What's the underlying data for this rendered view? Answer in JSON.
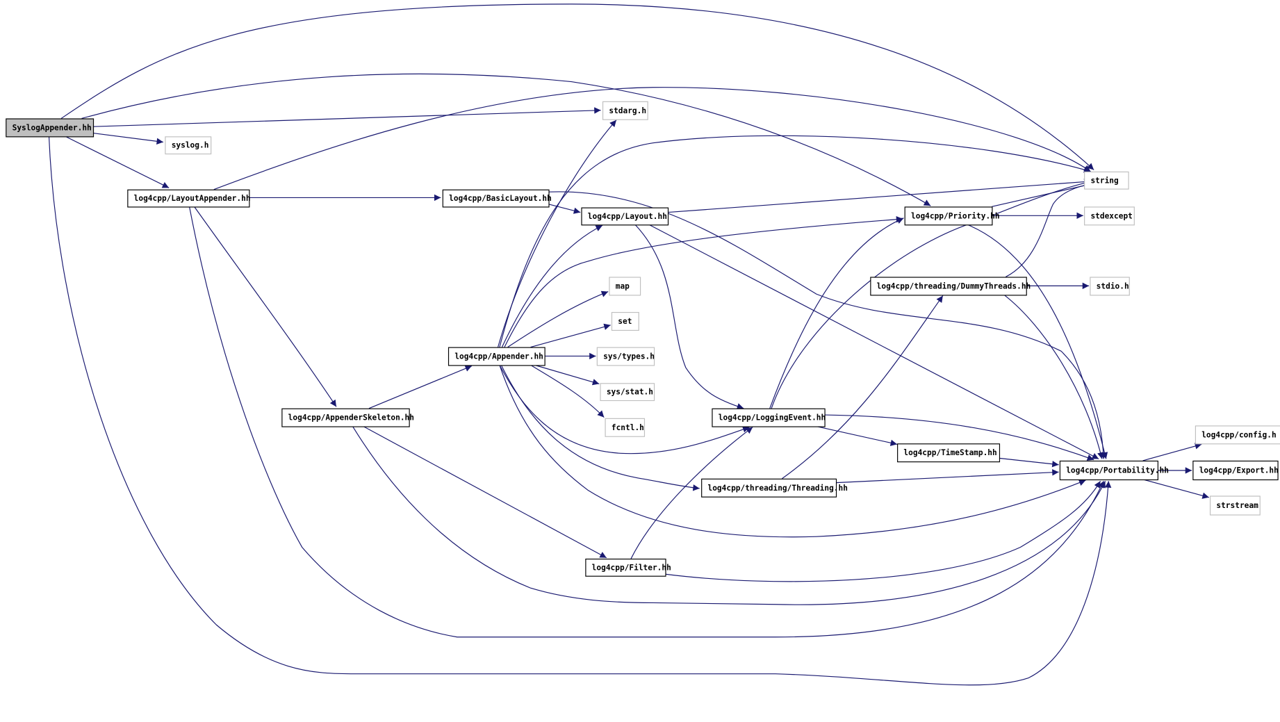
{
  "colors": {
    "edge": "#191970",
    "root_fill": "#bfbfbf",
    "external_border": "#bfbfbf",
    "node_border": "#000000"
  },
  "nodes": {
    "syslogappender": {
      "label": "SyslogAppender.hh",
      "kind": "root"
    },
    "syslog": {
      "label": "syslog.h",
      "kind": "external"
    },
    "stdarg": {
      "label": "stdarg.h",
      "kind": "external"
    },
    "layoutappender": {
      "label": "log4cpp/LayoutAppender.hh",
      "kind": "file"
    },
    "basiclayout": {
      "label": "log4cpp/BasicLayout.hh",
      "kind": "file"
    },
    "layout": {
      "label": "log4cpp/Layout.hh",
      "kind": "file"
    },
    "string": {
      "label": "string",
      "kind": "external"
    },
    "priority": {
      "label": "log4cpp/Priority.hh",
      "kind": "file"
    },
    "stdexcept": {
      "label": "stdexcept",
      "kind": "external"
    },
    "dummythreads": {
      "label": "log4cpp/threading/DummyThreads.hh",
      "kind": "file"
    },
    "stdio": {
      "label": "stdio.h",
      "kind": "external"
    },
    "map": {
      "label": "map",
      "kind": "external"
    },
    "set": {
      "label": "set",
      "kind": "external"
    },
    "appender": {
      "label": "log4cpp/Appender.hh",
      "kind": "file"
    },
    "systypes": {
      "label": "sys/types.h",
      "kind": "external"
    },
    "sysstat": {
      "label": "sys/stat.h",
      "kind": "external"
    },
    "fcntl": {
      "label": "fcntl.h",
      "kind": "external"
    },
    "appenderskeleton": {
      "label": "log4cpp/AppenderSkeleton.hh",
      "kind": "file"
    },
    "loggingevent": {
      "label": "log4cpp/LoggingEvent.hh",
      "kind": "file"
    },
    "timestamp": {
      "label": "log4cpp/TimeStamp.hh",
      "kind": "file"
    },
    "portability": {
      "label": "log4cpp/Portability.hh",
      "kind": "file"
    },
    "config": {
      "label": "log4cpp/config.h",
      "kind": "external"
    },
    "export": {
      "label": "log4cpp/Export.hh",
      "kind": "file"
    },
    "strstream": {
      "label": "strstream",
      "kind": "external"
    },
    "threading": {
      "label": "log4cpp/threading/Threading.hh",
      "kind": "file"
    },
    "filter": {
      "label": "log4cpp/Filter.hh",
      "kind": "file"
    }
  },
  "edges": [
    [
      "syslogappender",
      "string"
    ],
    [
      "syslogappender",
      "priority"
    ],
    [
      "syslogappender",
      "stdarg"
    ],
    [
      "syslogappender",
      "syslog"
    ],
    [
      "syslogappender",
      "layoutappender"
    ],
    [
      "syslogappender",
      "portability"
    ],
    [
      "layoutappender",
      "basiclayout"
    ],
    [
      "layoutappender",
      "string"
    ],
    [
      "layoutappender",
      "appenderskeleton"
    ],
    [
      "layoutappender",
      "portability"
    ],
    [
      "basiclayout",
      "layout"
    ],
    [
      "basiclayout",
      "portability"
    ],
    [
      "layout",
      "string"
    ],
    [
      "layout",
      "loggingevent"
    ],
    [
      "layout",
      "portability"
    ],
    [
      "appender",
      "stdarg"
    ],
    [
      "appender",
      "string"
    ],
    [
      "appender",
      "layout"
    ],
    [
      "appender",
      "priority"
    ],
    [
      "appender",
      "map"
    ],
    [
      "appender",
      "set"
    ],
    [
      "appender",
      "systypes"
    ],
    [
      "appender",
      "sysstat"
    ],
    [
      "appender",
      "fcntl"
    ],
    [
      "appender",
      "loggingevent"
    ],
    [
      "appender",
      "threading"
    ],
    [
      "appender",
      "portability"
    ],
    [
      "appenderskeleton",
      "appender"
    ],
    [
      "appenderskeleton",
      "filter"
    ],
    [
      "appenderskeleton",
      "portability"
    ],
    [
      "filter",
      "loggingevent"
    ],
    [
      "filter",
      "portability"
    ],
    [
      "loggingevent",
      "priority"
    ],
    [
      "loggingevent",
      "string"
    ],
    [
      "loggingevent",
      "timestamp"
    ],
    [
      "loggingevent",
      "portability"
    ],
    [
      "timestamp",
      "portability"
    ],
    [
      "threading",
      "dummythreads"
    ],
    [
      "threading",
      "portability"
    ],
    [
      "priority",
      "string"
    ],
    [
      "priority",
      "stdexcept"
    ],
    [
      "priority",
      "portability"
    ],
    [
      "dummythreads",
      "string"
    ],
    [
      "dummythreads",
      "stdio"
    ],
    [
      "dummythreads",
      "portability"
    ],
    [
      "portability",
      "config"
    ],
    [
      "portability",
      "export"
    ],
    [
      "portability",
      "strstream"
    ]
  ]
}
